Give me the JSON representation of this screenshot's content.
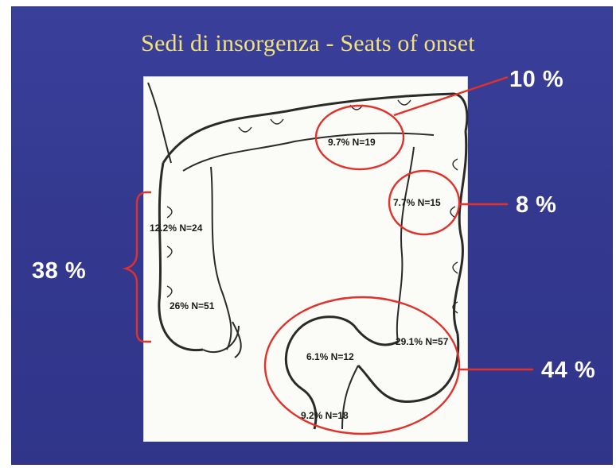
{
  "title": "Sedi di insorgenza - Seats of onset",
  "groups": {
    "right_transverse": "10 %",
    "descending": "8 %",
    "right_side": "38 %",
    "sigmoid_rectum": "44 %"
  },
  "segments": {
    "transverse": "9.7%  N=19",
    "descending": "7.7%  N=15",
    "ascending": "12.2%  N=24",
    "cecum": "26%  N=51",
    "sigmoid": "29.1%  N=57",
    "rectosigmoid": "6.1%  N=12",
    "rectum": "9.2%  N=18"
  },
  "colors": {
    "background": "#34398f",
    "title": "#f2e27a",
    "callout": "#e0312a",
    "value_text": "#ffffff"
  }
}
